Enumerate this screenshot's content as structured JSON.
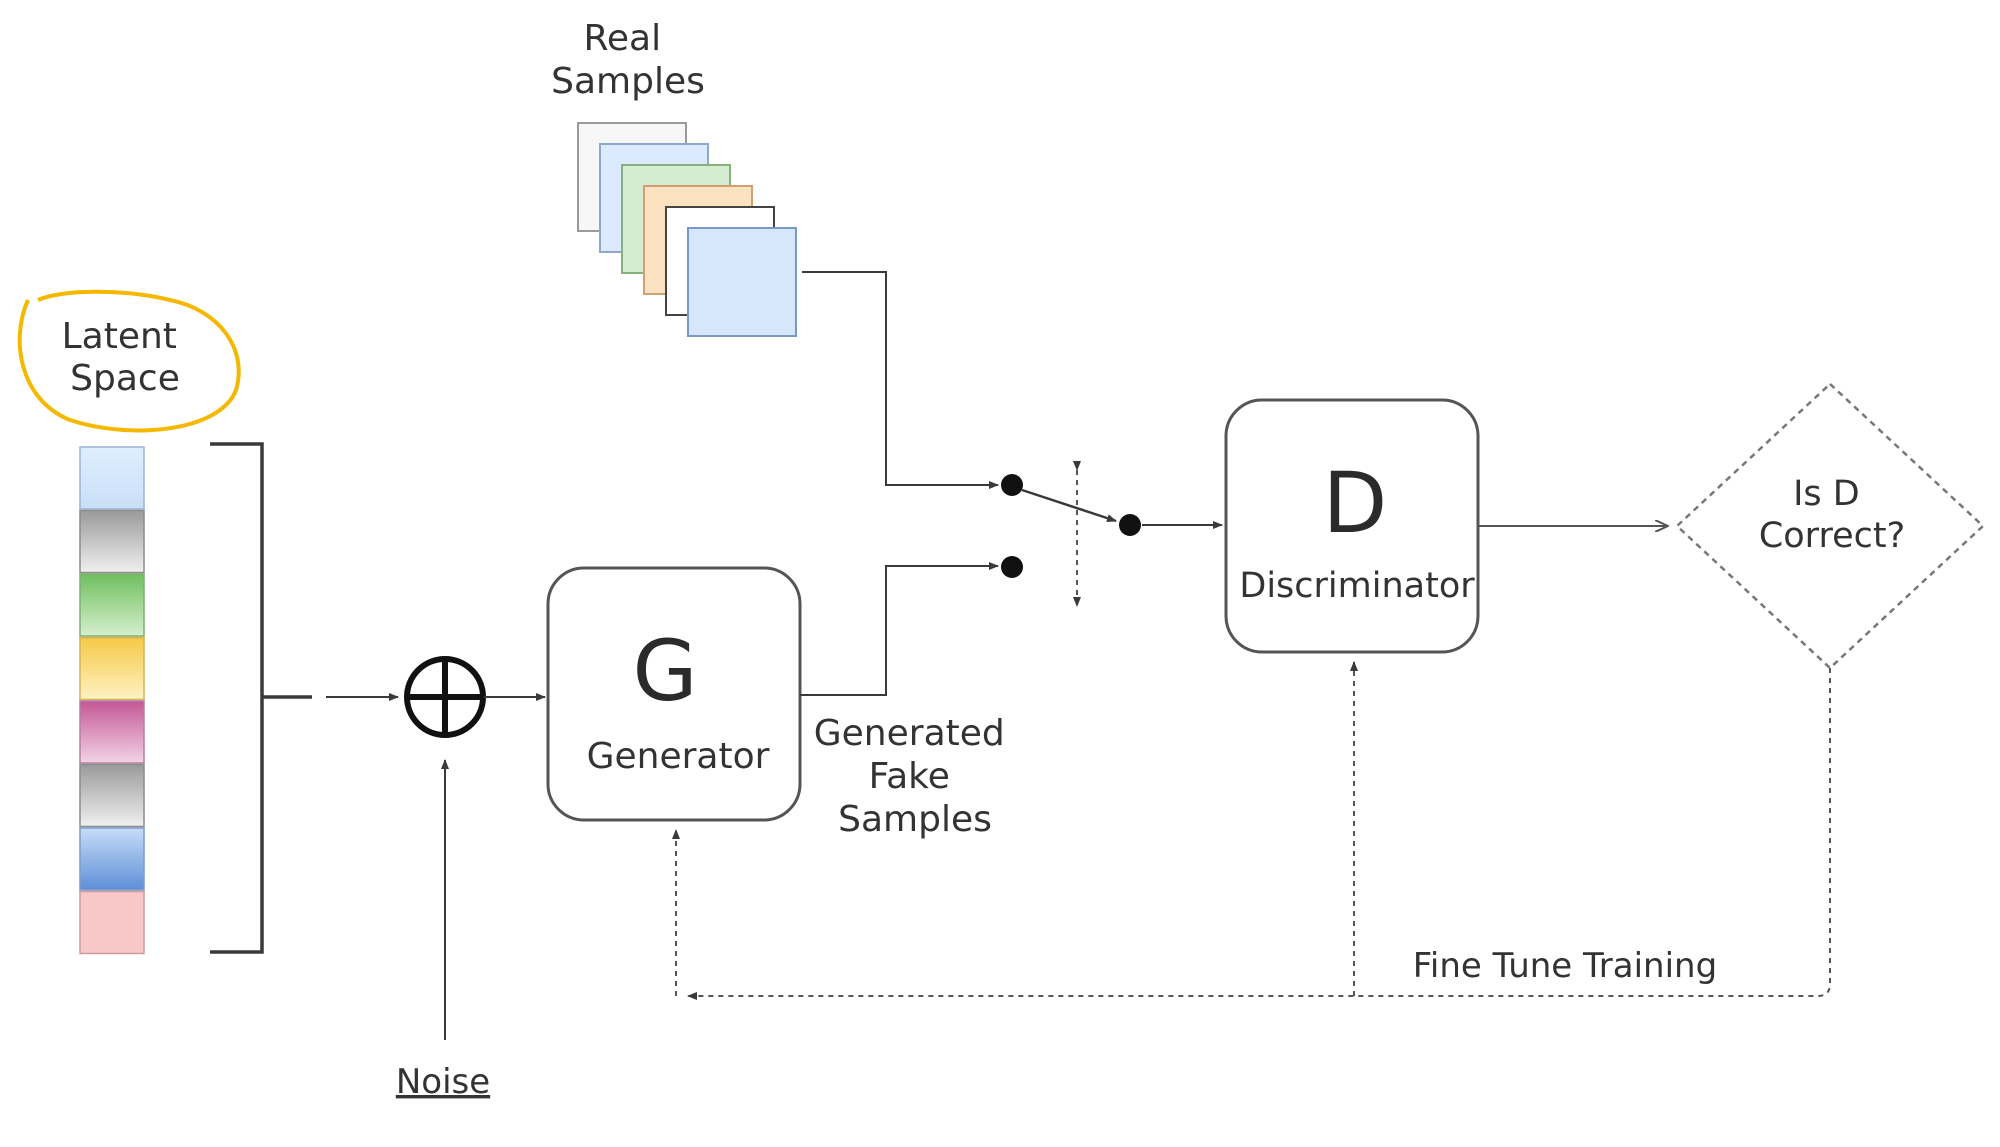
{
  "labels": {
    "real_samples": [
      "Real",
      "Samples"
    ],
    "latent_space": [
      "Latent",
      "Space"
    ],
    "generator_letter": "G",
    "generator_name": "Generator",
    "discriminator_letter": "D",
    "discriminator_name": "Discriminator",
    "decision": [
      "Is D",
      "Correct?"
    ],
    "fake_samples": [
      "Generated",
      "Fake",
      "Samples"
    ],
    "noise": "Noise",
    "fine_tune": "Fine Tune Training"
  },
  "colors": {
    "line": "#3a3a3a",
    "dashed": "#555555",
    "highlight_circle": "#f5b800",
    "box_border": "#555555"
  },
  "latent_cells": [
    {
      "name": "light-blue",
      "top": "#dfeeff",
      "bottom": "#c9dff7",
      "border": "#9ab4d4"
    },
    {
      "name": "gray",
      "top": "#9a9a9a",
      "bottom": "#f0f0f0",
      "border": "#8c8c8c"
    },
    {
      "name": "green",
      "top": "#6fbf5e",
      "bottom": "#d6efcf",
      "border": "#7fae75"
    },
    {
      "name": "yellow",
      "top": "#f5c947",
      "bottom": "#fff1c2",
      "border": "#d4b25a"
    },
    {
      "name": "pink",
      "top": "#c45796",
      "bottom": "#f2d3e5",
      "border": "#b57ea0"
    },
    {
      "name": "gray-2",
      "top": "#9a9a9a",
      "bottom": "#f0f0f0",
      "border": "#8c8c8c"
    },
    {
      "name": "blue",
      "top": "#c7dcf7",
      "bottom": "#5e8fd8",
      "border": "#7f9cc8"
    },
    {
      "name": "rose",
      "top": "#f8c8c8",
      "bottom": "#f8c8c8",
      "border": "#cc9c9c"
    }
  ],
  "sample_cards": [
    {
      "name": "card-white",
      "fill": "#f7f7f7",
      "border": "#9a9a9a"
    },
    {
      "name": "card-blue",
      "fill": "#dceaff",
      "border": "#8ea8cc"
    },
    {
      "name": "card-green",
      "fill": "#d5ecd0",
      "border": "#86b07c"
    },
    {
      "name": "card-orange",
      "fill": "#fde2c2",
      "border": "#d0a070"
    },
    {
      "name": "card-white-dark",
      "fill": "#ffffff",
      "border": "#444444"
    },
    {
      "name": "card-blue-front",
      "fill": "#d6e7fb",
      "border": "#7a98c4"
    }
  ]
}
